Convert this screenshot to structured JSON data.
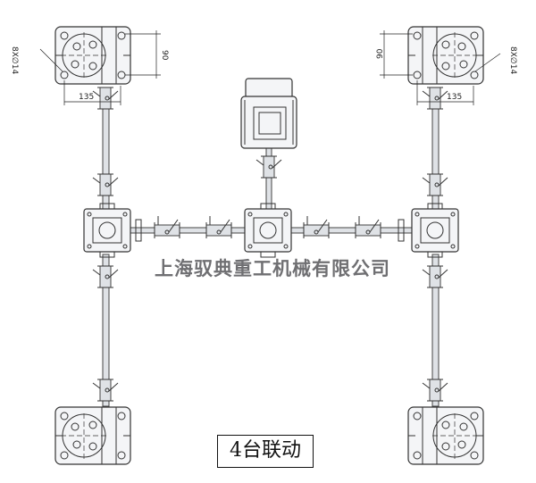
{
  "dimensions": {
    "bolt_holes": "8X∅14",
    "height": "90",
    "width": "135"
  },
  "company_name": "上海驭典重工机械有限公司",
  "caption": "4台联动",
  "colors": {
    "line": "#333333",
    "company_text": "#6f6f72",
    "part_fill": "#f4f5f7"
  }
}
